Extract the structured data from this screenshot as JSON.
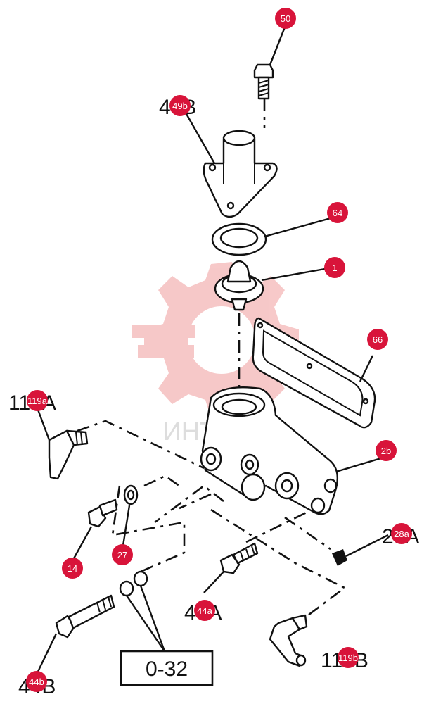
{
  "colors": {
    "badge": "#d8143a",
    "watermark_logo": "#f6c3c3",
    "watermark_text": "#dddddd",
    "line": "#111111"
  },
  "watermark": {
    "text": "ИНТЕХ"
  },
  "reference_box": {
    "text": "0-32"
  },
  "callouts": [
    {
      "id": "50",
      "original_label": ""
    },
    {
      "id": "49b",
      "original_label": "49B"
    },
    {
      "id": "64",
      "original_label": ""
    },
    {
      "id": "1",
      "original_label": ""
    },
    {
      "id": "66",
      "original_label": ""
    },
    {
      "id": "119a",
      "original_label": "119A"
    },
    {
      "id": "2b",
      "original_label": ""
    },
    {
      "id": "28a",
      "original_label": "28A"
    },
    {
      "id": "14",
      "original_label": ""
    },
    {
      "id": "27",
      "original_label": ""
    },
    {
      "id": "44a",
      "original_label": "44A"
    },
    {
      "id": "119b",
      "original_label": "119B"
    },
    {
      "id": "44b",
      "original_label": "44B"
    }
  ]
}
